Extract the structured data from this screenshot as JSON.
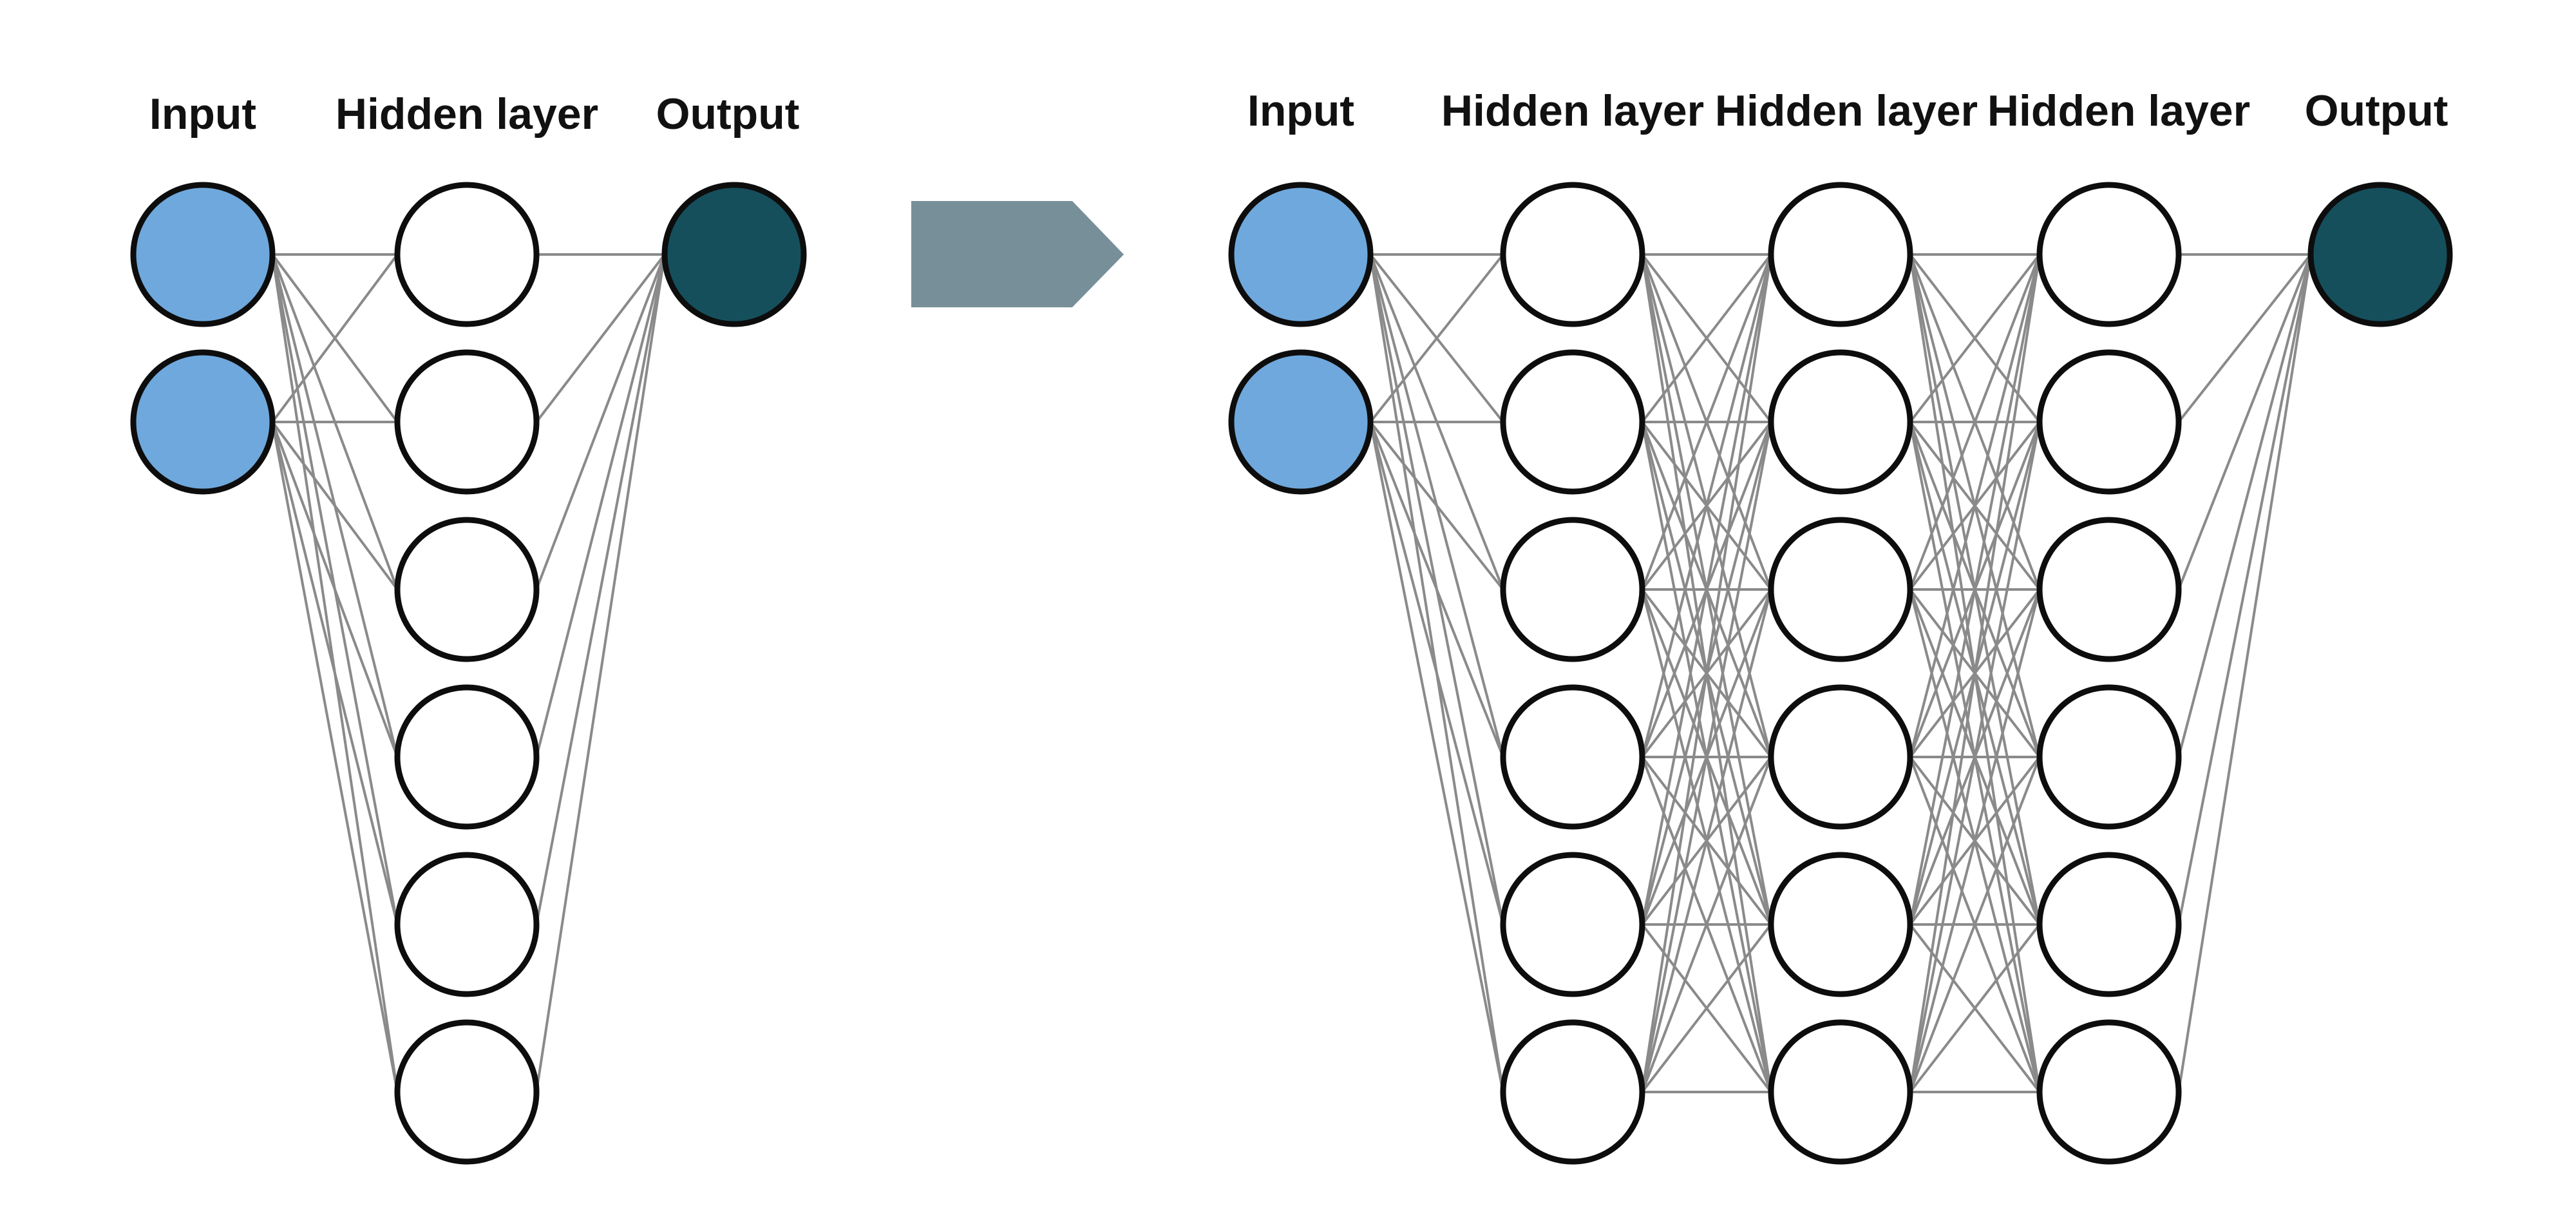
{
  "colors": {
    "background": "#ffffff",
    "input_node": "#6fa8dc",
    "hidden_node": "#ffffff",
    "output_node": "#164f5c",
    "node_stroke": "#0d0d0d",
    "edge": "#8a8a8a",
    "arrow": "#778f99"
  },
  "shallow_network": {
    "layers": [
      {
        "label": "Input",
        "kind": "input",
        "nodes": 2
      },
      {
        "label": "Hidden layer",
        "kind": "hidden",
        "nodes": 6
      },
      {
        "label": "Output",
        "kind": "output",
        "nodes": 1
      }
    ]
  },
  "transition_arrow": {
    "icon": "right-pointing-arrow-icon"
  },
  "deep_network": {
    "layers": [
      {
        "label": "Input",
        "kind": "input",
        "nodes": 2
      },
      {
        "label": "Hidden layer",
        "kind": "hidden",
        "nodes": 6
      },
      {
        "label": "Hidden layer",
        "kind": "hidden",
        "nodes": 6
      },
      {
        "label": "Hidden layer",
        "kind": "hidden",
        "nodes": 6
      },
      {
        "label": "Output",
        "kind": "output",
        "nodes": 1
      }
    ]
  }
}
